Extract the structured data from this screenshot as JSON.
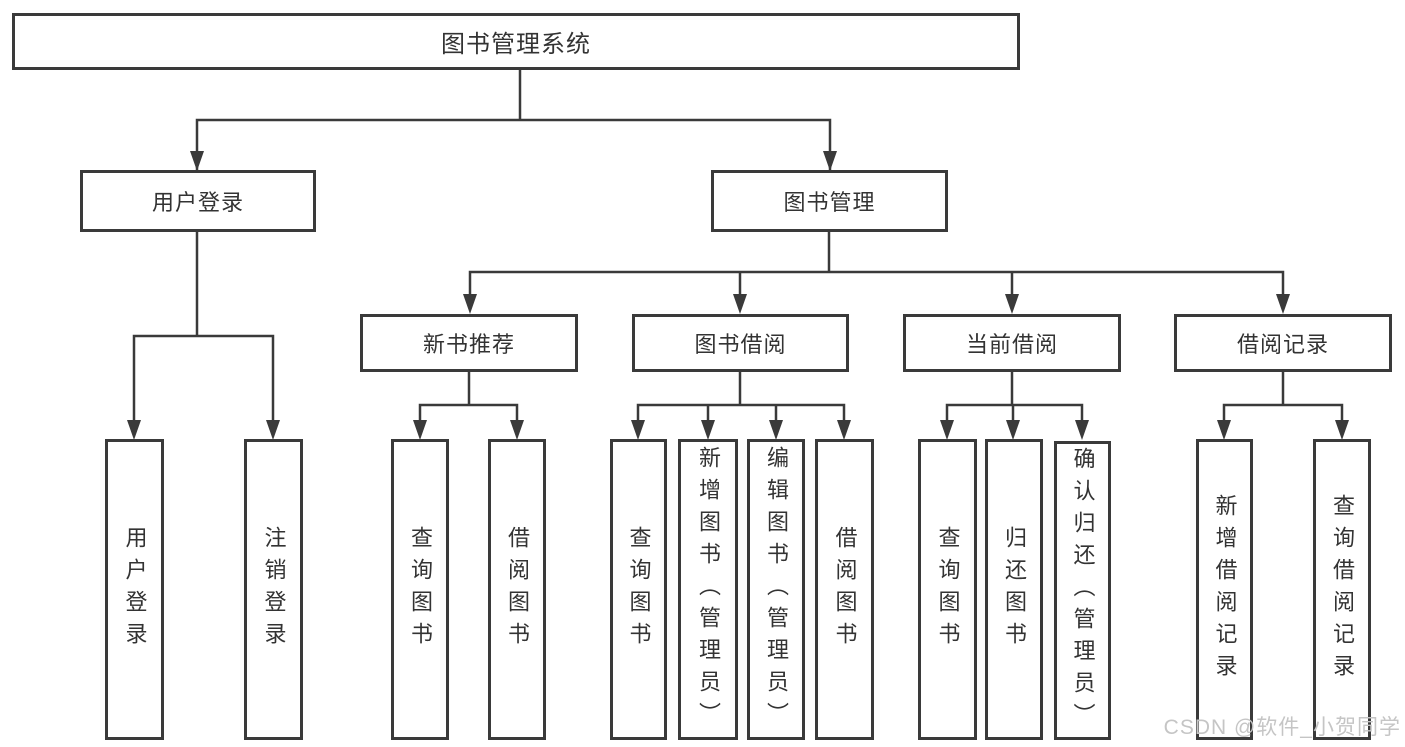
{
  "nodes": {
    "root": "图书管理系统",
    "user_login": {
      "label": "用户登录",
      "children": [
        "用户登录",
        "注销登录"
      ]
    },
    "book_management": {
      "label": "图书管理"
    },
    "new_book_recommend": {
      "label": "新书推荐",
      "children": [
        "查询图书",
        "借阅图书"
      ]
    },
    "book_borrow": {
      "label": "图书借阅",
      "children": [
        "查询图书",
        "新增图书（管理员）",
        "编辑图书（管理员）",
        "借阅图书"
      ]
    },
    "current_borrow": {
      "label": "当前借阅",
      "children": [
        "查询图书",
        "归还图书",
        "确认归还（管理员）"
      ]
    },
    "borrow_record": {
      "label": "借阅记录",
      "children": [
        "新增借阅记录",
        "查询借阅记录"
      ]
    }
  },
  "watermark": {
    "text": "CSDN @软件_小贺同学"
  },
  "colors": {
    "line": "#3a3a3a",
    "text": "#333333",
    "watermark": "#c5c5c5",
    "background": "#ffffff"
  }
}
